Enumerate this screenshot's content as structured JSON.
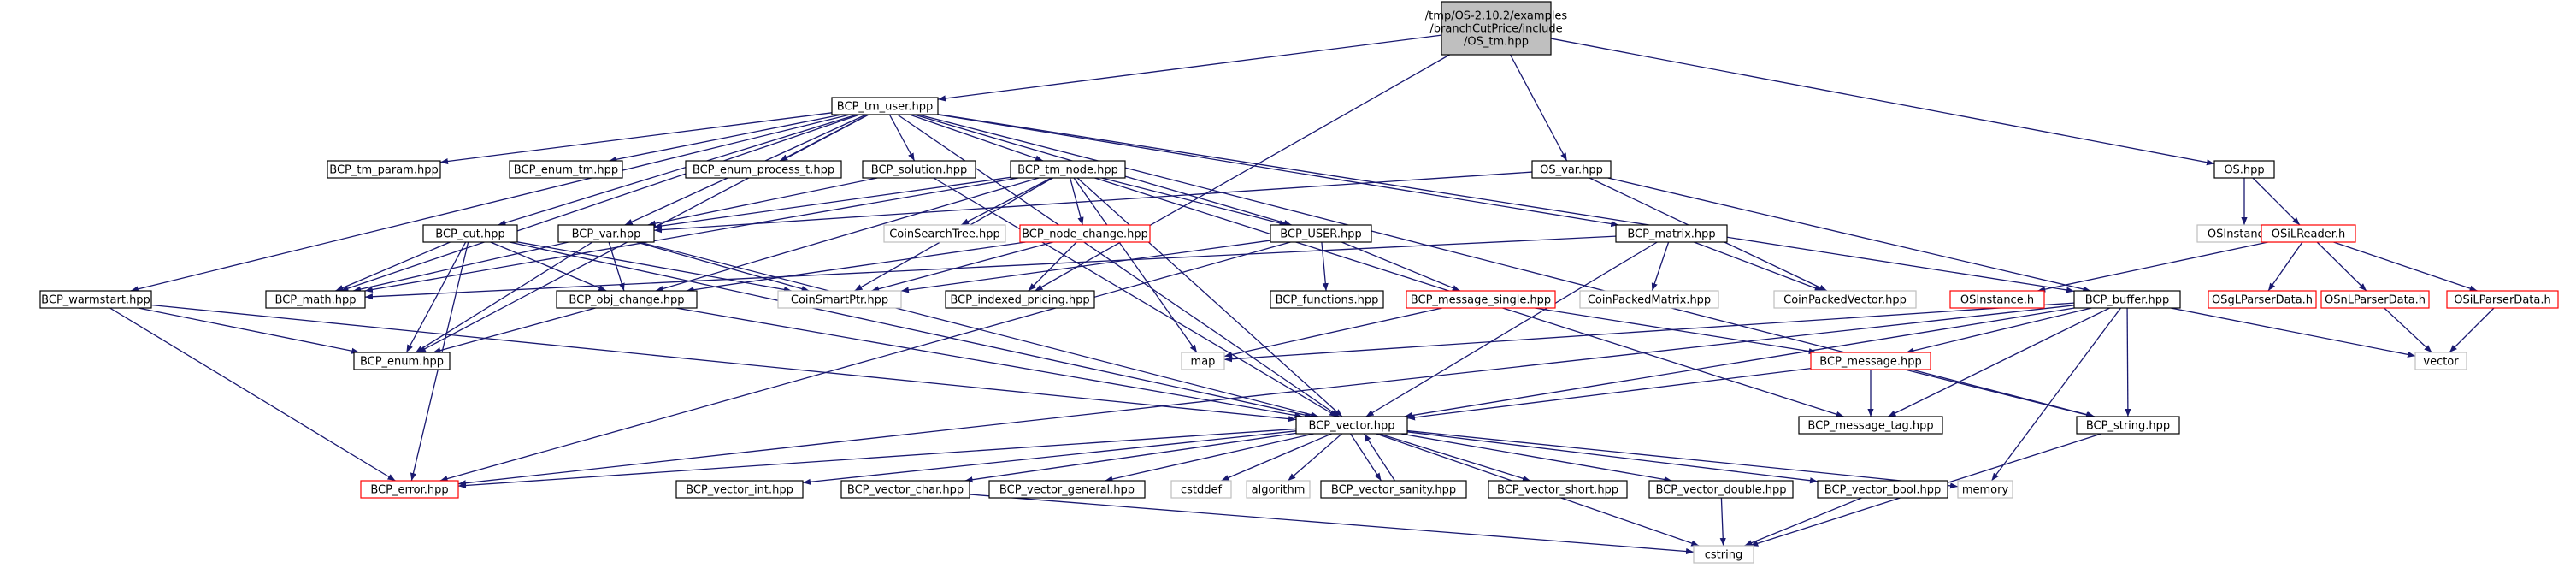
{
  "colors": {
    "edge": "#191970",
    "black_border": "#000000",
    "red_border": "#ff0000",
    "gray_border": "#bfbfbf",
    "root_fill": "#bfbfbf",
    "gray_text": "#555555"
  },
  "nodes": {
    "root": {
      "lines": [
        "/tmp/OS-2.10.2/examples",
        "/branchCutPrice/include",
        "/OS_tm.hpp"
      ],
      "style": "root"
    },
    "bcp_tm_user": {
      "lines": [
        "BCP_tm_user.hpp"
      ],
      "style": "black"
    },
    "os_var": {
      "lines": [
        "OS_var.hpp"
      ],
      "style": "black"
    },
    "os_hpp": {
      "lines": [
        "OS.hpp"
      ],
      "style": "black"
    },
    "bcp_tm_param": {
      "lines": [
        "BCP_tm_param.hpp"
      ],
      "style": "black"
    },
    "bcp_enum_tm": {
      "lines": [
        "BCP_enum_tm.hpp"
      ],
      "style": "black"
    },
    "bcp_enum_process_t": {
      "lines": [
        "BCP_enum_process_t.hpp"
      ],
      "style": "black"
    },
    "bcp_solution": {
      "lines": [
        "BCP_solution.hpp"
      ],
      "style": "black"
    },
    "bcp_tm_node": {
      "lines": [
        "BCP_tm_node.hpp"
      ],
      "style": "black"
    },
    "osinstance_gray": {
      "lines": [
        "OSInstance.h"
      ],
      "style": "gray"
    },
    "osilreader": {
      "lines": [
        "OSiLReader.h"
      ],
      "style": "red"
    },
    "bcp_cut": {
      "lines": [
        "BCP_cut.hpp"
      ],
      "style": "black"
    },
    "bcp_var": {
      "lines": [
        "BCP_var.hpp"
      ],
      "style": "black"
    },
    "coinsearchtree": {
      "lines": [
        "CoinSearchTree.hpp"
      ],
      "style": "gray"
    },
    "bcp_node_change": {
      "lines": [
        "BCP_node_change.hpp"
      ],
      "style": "red"
    },
    "bcp_user": {
      "lines": [
        "BCP_USER.hpp"
      ],
      "style": "black"
    },
    "bcp_matrix": {
      "lines": [
        "BCP_matrix.hpp"
      ],
      "style": "black"
    },
    "bcp_warmstart": {
      "lines": [
        "BCP_warmstart.hpp"
      ],
      "style": "black"
    },
    "bcp_math": {
      "lines": [
        "BCP_math.hpp"
      ],
      "style": "black"
    },
    "bcp_obj_change": {
      "lines": [
        "BCP_obj_change.hpp"
      ],
      "style": "black"
    },
    "coinsmartptr": {
      "lines": [
        "CoinSmartPtr.hpp"
      ],
      "style": "gray"
    },
    "bcp_indexed_pricing": {
      "lines": [
        "BCP_indexed_pricing.hpp"
      ],
      "style": "black"
    },
    "bcp_functions": {
      "lines": [
        "BCP_functions.hpp"
      ],
      "style": "black"
    },
    "bcp_message_single": {
      "lines": [
        "BCP_message_single.hpp"
      ],
      "style": "red"
    },
    "coinpackedmatrix": {
      "lines": [
        "CoinPackedMatrix.hpp"
      ],
      "style": "gray"
    },
    "coinpackedvector": {
      "lines": [
        "CoinPackedVector.hpp"
      ],
      "style": "gray"
    },
    "osinstance_red": {
      "lines": [
        "OSInstance.h"
      ],
      "style": "red"
    },
    "bcp_buffer": {
      "lines": [
        "BCP_buffer.hpp"
      ],
      "style": "black"
    },
    "osglparserdata": {
      "lines": [
        "OSgLParserData.h"
      ],
      "style": "red"
    },
    "osnlparserdata": {
      "lines": [
        "OSnLParserData.h"
      ],
      "style": "red"
    },
    "osilparserdata": {
      "lines": [
        "OSiLParserData.h"
      ],
      "style": "red"
    },
    "bcp_enum": {
      "lines": [
        "BCP_enum.hpp"
      ],
      "style": "black"
    },
    "map": {
      "lines": [
        "map"
      ],
      "style": "gray"
    },
    "bcp_message": {
      "lines": [
        "BCP_message.hpp"
      ],
      "style": "red"
    },
    "vector": {
      "lines": [
        "vector"
      ],
      "style": "gray"
    },
    "bcp_vector": {
      "lines": [
        "BCP_vector.hpp"
      ],
      "style": "black"
    },
    "bcp_message_tag": {
      "lines": [
        "BCP_message_tag.hpp"
      ],
      "style": "black"
    },
    "bcp_string": {
      "lines": [
        "BCP_string.hpp"
      ],
      "style": "black"
    },
    "bcp_error": {
      "lines": [
        "BCP_error.hpp"
      ],
      "style": "red"
    },
    "bcp_vector_int": {
      "lines": [
        "BCP_vector_int.hpp"
      ],
      "style": "black"
    },
    "bcp_vector_char": {
      "lines": [
        "BCP_vector_char.hpp"
      ],
      "style": "black"
    },
    "bcp_vector_general": {
      "lines": [
        "BCP_vector_general.hpp"
      ],
      "style": "black"
    },
    "cstddef": {
      "lines": [
        "cstddef"
      ],
      "style": "gray"
    },
    "algorithm": {
      "lines": [
        "algorithm"
      ],
      "style": "gray"
    },
    "bcp_vector_sanity": {
      "lines": [
        "BCP_vector_sanity.hpp"
      ],
      "style": "black"
    },
    "bcp_vector_short": {
      "lines": [
        "BCP_vector_short.hpp"
      ],
      "style": "black"
    },
    "bcp_vector_double": {
      "lines": [
        "BCP_vector_double.hpp"
      ],
      "style": "black"
    },
    "bcp_vector_bool": {
      "lines": [
        "BCP_vector_bool.hpp"
      ],
      "style": "black"
    },
    "memory": {
      "lines": [
        "memory"
      ],
      "style": "gray"
    },
    "cstring": {
      "lines": [
        "cstring"
      ],
      "style": "gray"
    }
  },
  "edges": [
    [
      "root",
      "bcp_tm_user"
    ],
    [
      "root",
      "os_var"
    ],
    [
      "root",
      "os_hpp"
    ],
    [
      "root",
      "bcp_indexed_pricing"
    ],
    [
      "bcp_tm_user",
      "bcp_tm_param"
    ],
    [
      "bcp_tm_user",
      "bcp_enum_tm"
    ],
    [
      "bcp_tm_user",
      "bcp_enum_process_t"
    ],
    [
      "bcp_tm_user",
      "bcp_solution"
    ],
    [
      "bcp_tm_user",
      "bcp_tm_node"
    ],
    [
      "bcp_tm_user",
      "bcp_cut"
    ],
    [
      "bcp_tm_user",
      "bcp_var"
    ],
    [
      "bcp_tm_user",
      "bcp_user"
    ],
    [
      "bcp_tm_user",
      "bcp_matrix"
    ],
    [
      "bcp_tm_user",
      "bcp_warmstart"
    ],
    [
      "bcp_tm_user",
      "bcp_math"
    ],
    [
      "bcp_tm_user",
      "bcp_enum"
    ],
    [
      "bcp_tm_user",
      "bcp_buffer"
    ],
    [
      "bcp_tm_user",
      "bcp_string"
    ],
    [
      "bcp_tm_user",
      "bcp_vector"
    ],
    [
      "os_var",
      "bcp_var"
    ],
    [
      "os_var",
      "coinpackedvector"
    ],
    [
      "os_var",
      "bcp_buffer"
    ],
    [
      "os_hpp",
      "osinstance_gray"
    ],
    [
      "os_hpp",
      "osilreader"
    ],
    [
      "osilreader",
      "osinstance_red"
    ],
    [
      "osilreader",
      "osglparserdata"
    ],
    [
      "osilreader",
      "osnlparserdata"
    ],
    [
      "osilreader",
      "osilparserdata"
    ],
    [
      "osnlparserdata",
      "vector"
    ],
    [
      "osilparserdata",
      "vector"
    ],
    [
      "bcp_solution",
      "bcp_var"
    ],
    [
      "bcp_solution",
      "bcp_vector"
    ],
    [
      "bcp_tm_node",
      "coinsearchtree"
    ],
    [
      "bcp_tm_node",
      "bcp_node_change"
    ],
    [
      "bcp_tm_node",
      "bcp_user"
    ],
    [
      "bcp_tm_node",
      "bcp_var"
    ],
    [
      "bcp_tm_node",
      "coinsmartptr"
    ],
    [
      "bcp_tm_node",
      "bcp_obj_change"
    ],
    [
      "bcp_tm_node",
      "bcp_math"
    ],
    [
      "bcp_tm_node",
      "map"
    ],
    [
      "bcp_tm_node",
      "bcp_vector"
    ],
    [
      "bcp_tm_node",
      "bcp_message_tag"
    ],
    [
      "bcp_cut",
      "bcp_math"
    ],
    [
      "bcp_cut",
      "bcp_obj_change"
    ],
    [
      "bcp_cut",
      "coinsmartptr"
    ],
    [
      "bcp_cut",
      "bcp_enum"
    ],
    [
      "bcp_cut",
      "bcp_error"
    ],
    [
      "bcp_cut",
      "bcp_vector"
    ],
    [
      "bcp_var",
      "bcp_math"
    ],
    [
      "bcp_var",
      "bcp_obj_change"
    ],
    [
      "bcp_var",
      "coinsmartptr"
    ],
    [
      "bcp_var",
      "bcp_enum"
    ],
    [
      "bcp_var",
      "bcp_vector"
    ],
    [
      "bcp_node_change",
      "coinsmartptr"
    ],
    [
      "bcp_node_change",
      "bcp_obj_change"
    ],
    [
      "bcp_node_change",
      "bcp_indexed_pricing"
    ],
    [
      "bcp_user",
      "coinsmartptr"
    ],
    [
      "bcp_user",
      "bcp_functions"
    ],
    [
      "bcp_user",
      "bcp_message_single"
    ],
    [
      "bcp_user",
      "bcp_error"
    ],
    [
      "bcp_matrix",
      "coinpackedmatrix"
    ],
    [
      "bcp_matrix",
      "coinpackedvector"
    ],
    [
      "bcp_matrix",
      "bcp_vector"
    ],
    [
      "bcp_matrix",
      "bcp_math"
    ],
    [
      "bcp_warmstart",
      "bcp_enum"
    ],
    [
      "bcp_warmstart",
      "bcp_error"
    ],
    [
      "bcp_warmstart",
      "bcp_vector"
    ],
    [
      "bcp_obj_change",
      "bcp_enum"
    ],
    [
      "bcp_obj_change",
      "bcp_vector"
    ],
    [
      "bcp_message_single",
      "map"
    ],
    [
      "bcp_message_single",
      "bcp_message"
    ],
    [
      "bcp_buffer",
      "bcp_message"
    ],
    [
      "bcp_buffer",
      "bcp_message_tag"
    ],
    [
      "bcp_buffer",
      "bcp_string"
    ],
    [
      "bcp_buffer",
      "bcp_vector"
    ],
    [
      "bcp_buffer",
      "memory"
    ],
    [
      "bcp_buffer",
      "vector"
    ],
    [
      "bcp_buffer",
      "map"
    ],
    [
      "bcp_buffer",
      "bcp_error"
    ],
    [
      "bcp_message",
      "bcp_message_tag"
    ],
    [
      "bcp_message",
      "bcp_vector"
    ],
    [
      "bcp_message",
      "bcp_string"
    ],
    [
      "bcp_string",
      "cstring"
    ],
    [
      "bcp_vector",
      "bcp_error"
    ],
    [
      "bcp_vector",
      "bcp_vector_int"
    ],
    [
      "bcp_vector",
      "bcp_vector_char"
    ],
    [
      "bcp_vector",
      "bcp_vector_general"
    ],
    [
      "bcp_vector",
      "cstddef"
    ],
    [
      "bcp_vector",
      "algorithm"
    ],
    [
      "bcp_vector",
      "bcp_vector_sanity"
    ],
    [
      "bcp_vector",
      "bcp_vector_short"
    ],
    [
      "bcp_vector",
      "bcp_vector_double"
    ],
    [
      "bcp_vector",
      "bcp_vector_bool"
    ],
    [
      "bcp_vector",
      "memory"
    ],
    [
      "bcp_vector",
      "cstring"
    ],
    [
      "bcp_vector_sanity",
      "bcp_vector"
    ],
    [
      "bcp_vector_char",
      "cstring"
    ],
    [
      "bcp_vector_double",
      "cstring"
    ],
    [
      "bcp_vector_bool",
      "cstring"
    ]
  ]
}
